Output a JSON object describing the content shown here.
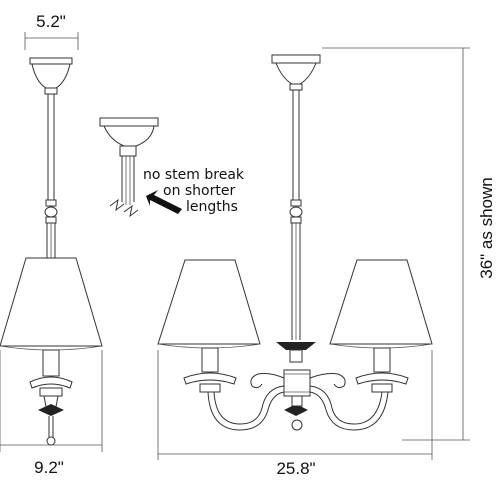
{
  "dimensions": {
    "canopy_width": "5.2\"",
    "side_width": "9.2\"",
    "front_width": "25.8\"",
    "height": "36\" as shown"
  },
  "note": {
    "line1": "no stem break",
    "line2": "on shorter",
    "line3": "lengths"
  }
}
